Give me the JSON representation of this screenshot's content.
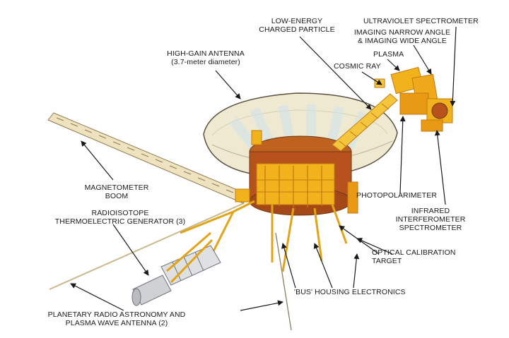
{
  "diagram": {
    "labels": {
      "low_energy": "LOW-ENERGY\nCHARGED PARTICLE",
      "uv_spectrometer": "ULTRAVIOLET SPECTROMETER",
      "imaging": "IMAGING NARROW ANGLE\n& IMAGING WIDE ANGLE",
      "plasma": "PLASMA",
      "cosmic_ray": "COSMIC RAY",
      "high_gain": "HIGH-GAIN ANTENNA\n(3.7-meter diameter)",
      "magnetometer": "MAGNETOMETER\nBOOM",
      "rtg": "RADIOISOTOPE\nTHERMOELECTRIC GENERATOR (3)",
      "photopolarimeter": "PHOTOPOLARIMETER",
      "infrared": "INFRARED\nINTERFEROMETER\nSPECTROMETER",
      "optical_calibration": "OPTICAL CALIBRATION\nTARGET",
      "bus_housing": "'BUS' HOUSING ELECTRONICS",
      "radio_astronomy": "PLANETARY RADIO ASTRONOMY AND\nPLASMA WAVE ANTENNA (2)"
    },
    "colors": {
      "dish": "#efe9d2",
      "dish_rim": "#5a5040",
      "gold": "#f2b21c",
      "gold_dark": "#c27a10",
      "bus_red": "#b8521c",
      "boom": "#d8c89a",
      "leader": "#1a1a1a"
    }
  }
}
